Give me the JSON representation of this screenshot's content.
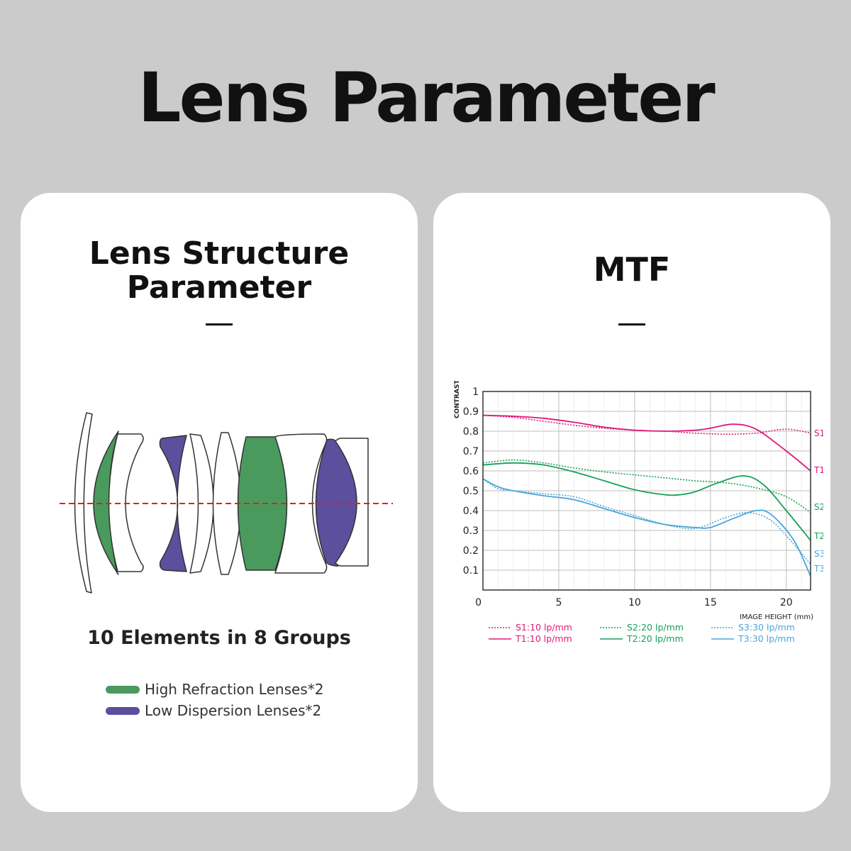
{
  "page": {
    "title": "Lens Parameter"
  },
  "left_card": {
    "title_line1": "Lens Structure",
    "title_line2": "Parameter",
    "groups_text": "10 Elements in 8 Groups",
    "legend": [
      {
        "label": "High Refraction Lenses*2",
        "color": "#4a9a5e"
      },
      {
        "label": "Low Dispersion Lenses*2",
        "color": "#5b4f9e"
      }
    ],
    "axis_line_color": "#e0201c"
  },
  "right_card": {
    "title": "MTF"
  },
  "chart_data": {
    "type": "line",
    "title": "MTF",
    "xlabel": "IMAGE HEIGHT  (mm)",
    "ylabel": "CONTRAST",
    "xlim": [
      0,
      21.6
    ],
    "ylim": [
      0,
      1
    ],
    "x_ticks": [
      0,
      5,
      10,
      15,
      20
    ],
    "y_ticks": [
      0.1,
      0.2,
      0.3,
      0.4,
      0.5,
      0.6,
      0.7,
      0.8,
      0.9,
      1
    ],
    "grid": true,
    "legend_position": "bottom",
    "series": [
      {
        "name": "S1:10 lp/mm",
        "end_label": "S1",
        "color": "#e0187a",
        "dashed": true,
        "x": [
          0,
          2,
          4,
          6,
          8,
          10,
          12,
          14,
          16,
          18,
          20,
          21.6
        ],
        "y": [
          0.88,
          0.87,
          0.85,
          0.83,
          0.815,
          0.805,
          0.8,
          0.79,
          0.785,
          0.79,
          0.81,
          0.79
        ]
      },
      {
        "name": "T1:10 lp/mm",
        "end_label": "T1",
        "color": "#e0187a",
        "dashed": false,
        "x": [
          0,
          2,
          4,
          6,
          8,
          10,
          12,
          14,
          15,
          16.5,
          18,
          20,
          21.6
        ],
        "y": [
          0.88,
          0.875,
          0.865,
          0.845,
          0.82,
          0.805,
          0.8,
          0.805,
          0.815,
          0.835,
          0.81,
          0.7,
          0.6
        ]
      },
      {
        "name": "S2:20 lp/mm",
        "end_label": "S2",
        "color": "#16a058",
        "dashed": true,
        "x": [
          0,
          2,
          4,
          6,
          8,
          10,
          12,
          14,
          16,
          18,
          20,
          21.6
        ],
        "y": [
          0.64,
          0.655,
          0.64,
          0.615,
          0.595,
          0.58,
          0.565,
          0.55,
          0.54,
          0.515,
          0.47,
          0.39
        ]
      },
      {
        "name": "T2:20 lp/mm",
        "end_label": "T2",
        "color": "#16a058",
        "dashed": false,
        "x": [
          0,
          2,
          4,
          6,
          8,
          10,
          12,
          13,
          14,
          15.5,
          17.2,
          18.5,
          20,
          21.6
        ],
        "y": [
          0.63,
          0.64,
          0.63,
          0.595,
          0.55,
          0.505,
          0.48,
          0.48,
          0.495,
          0.54,
          0.575,
          0.53,
          0.4,
          0.25
        ]
      },
      {
        "name": "S3:30 lp/mm",
        "end_label": "S3",
        "color": "#4aa5dc",
        "dashed": true,
        "x": [
          0,
          1,
          2,
          4,
          6,
          8,
          10,
          12,
          14,
          16,
          17.5,
          19,
          20.5,
          21.6
        ],
        "y": [
          0.56,
          0.51,
          0.5,
          0.485,
          0.47,
          0.42,
          0.375,
          0.33,
          0.31,
          0.365,
          0.39,
          0.35,
          0.23,
          0.13
        ]
      },
      {
        "name": "T3:30 lp/mm",
        "end_label": "T3",
        "color": "#4aa5dc",
        "dashed": false,
        "x": [
          0,
          1,
          2,
          4,
          6,
          8,
          10,
          12,
          14,
          15,
          16.5,
          18,
          19,
          20.5,
          21.6
        ],
        "y": [
          0.56,
          0.52,
          0.5,
          0.475,
          0.455,
          0.41,
          0.365,
          0.33,
          0.315,
          0.315,
          0.36,
          0.4,
          0.38,
          0.25,
          0.07
        ]
      }
    ]
  }
}
